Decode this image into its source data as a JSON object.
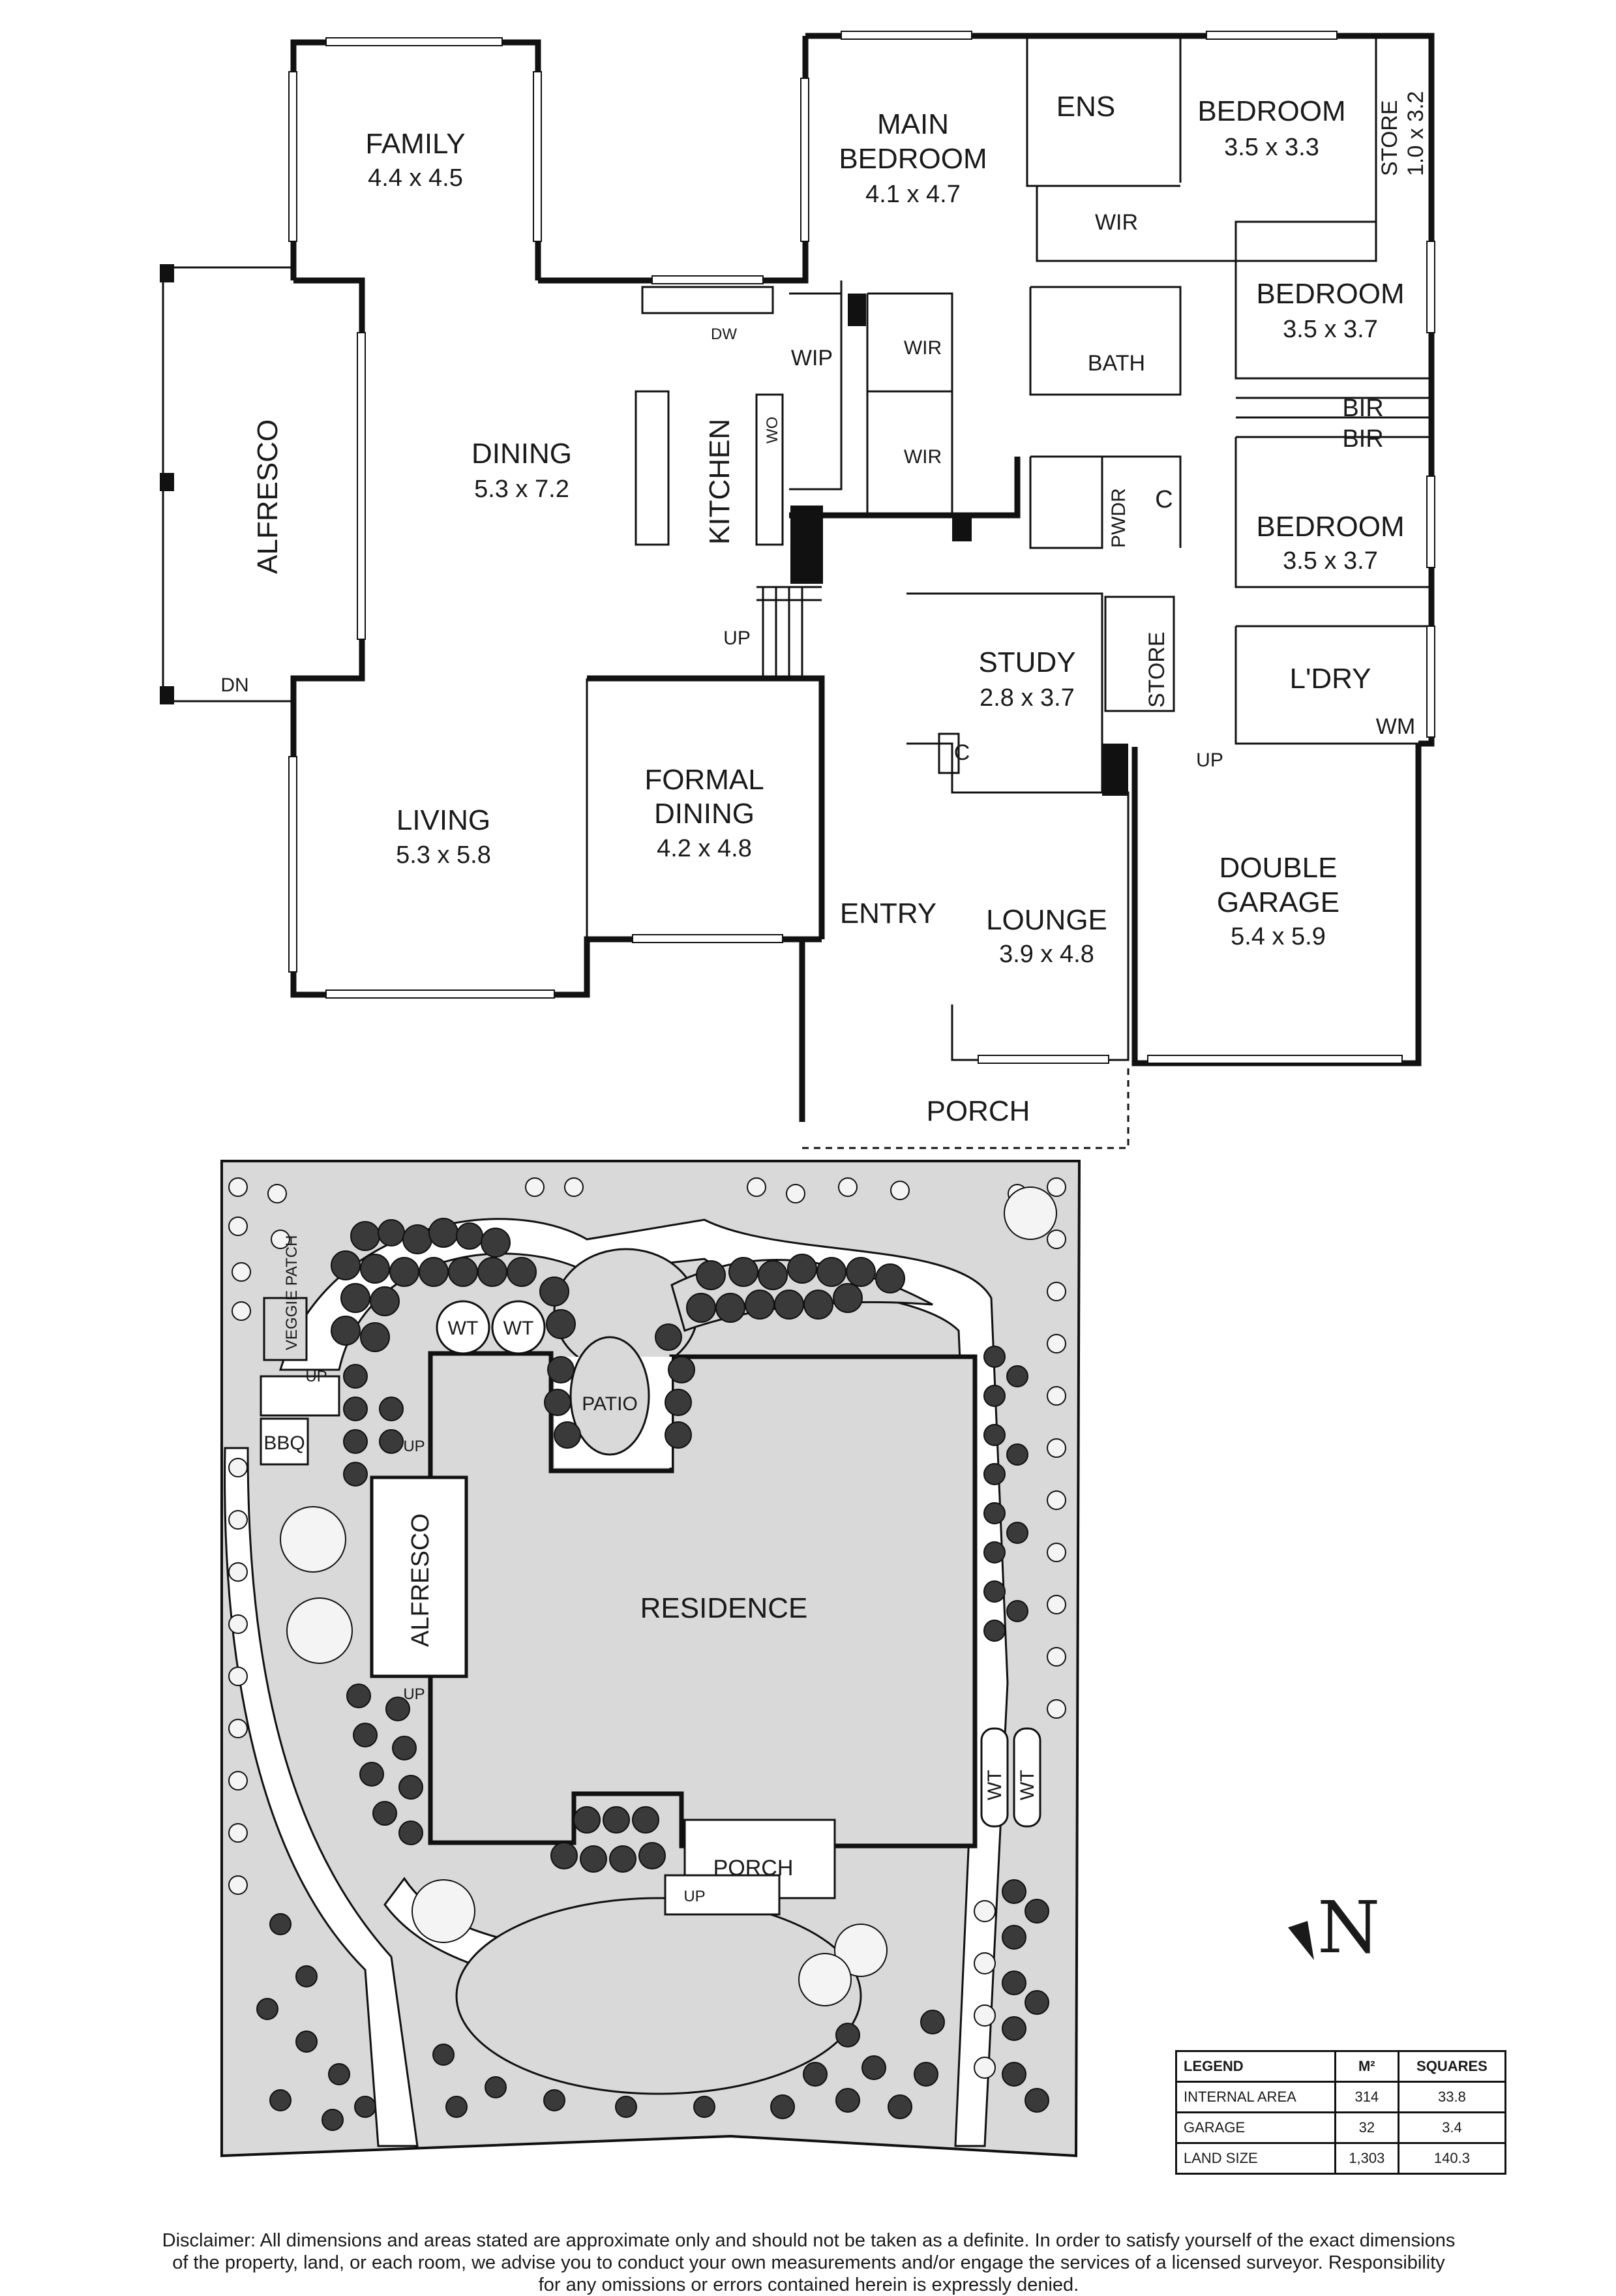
{
  "rooms": {
    "family": {
      "name": "FAMILY",
      "dim": "4.4 x 4.5"
    },
    "main_bedroom": {
      "name1": "MAIN",
      "name2": "BEDROOM",
      "dim": "4.1 x 4.7"
    },
    "ens": {
      "name": "ENS"
    },
    "bedroom1": {
      "name": "BEDROOM",
      "dim": "3.5 x 3.3"
    },
    "store_top": {
      "name": "STORE",
      "dim": "1.0 x 3.2"
    },
    "wir_main": {
      "name": "WIR"
    },
    "bedroom2": {
      "name": "BEDROOM",
      "dim": "3.5 x 3.7"
    },
    "bath": {
      "name": "BATH"
    },
    "bir1": {
      "name": "BIR"
    },
    "bir2": {
      "name": "BIR"
    },
    "wip": {
      "name": "WIP"
    },
    "wir_a": {
      "name": "WIR"
    },
    "wir_b": {
      "name": "WIR"
    },
    "dw": {
      "name": "DW"
    },
    "wo": {
      "name": "WO"
    },
    "kitchen": {
      "name": "KITCHEN"
    },
    "dining": {
      "name": "DINING",
      "dim": "5.3 x 7.2"
    },
    "alfresco": {
      "name": "ALFRESCO"
    },
    "pwdr": {
      "name": "PWDR"
    },
    "c_pwdr": {
      "name": "C"
    },
    "bedroom3": {
      "name": "BEDROOM",
      "dim": "3.5 x 3.7"
    },
    "up_kitchen": {
      "name": "UP"
    },
    "dn_alfresco": {
      "name": "DN"
    },
    "study": {
      "name": "STUDY",
      "dim": "2.8 x 3.7"
    },
    "store_mid": {
      "name": "STORE"
    },
    "ldry": {
      "name": "L'DRY"
    },
    "wm": {
      "name": "WM"
    },
    "up_garage": {
      "name": "UP"
    },
    "c_study": {
      "name": "C"
    },
    "living": {
      "name": "LIVING",
      "dim": "5.3 x 5.8"
    },
    "formal_dining": {
      "name1": "FORMAL",
      "name2": "DINING",
      "dim": "4.2 x 4.8"
    },
    "entry": {
      "name": "ENTRY"
    },
    "lounge": {
      "name": "LOUNGE",
      "dim": "3.9 x 4.8"
    },
    "garage": {
      "name1": "DOUBLE",
      "name2": "GARAGE",
      "dim": "5.4 x 5.9"
    },
    "porch": {
      "name": "PORCH"
    }
  },
  "site": {
    "veggie_patch": "VEGGIE PATCH",
    "wt_labels": [
      "WT",
      "WT",
      "WT",
      "WT"
    ],
    "patio": "PATIO",
    "bbq": "BBQ",
    "up_labels": [
      "UP",
      "UP",
      "UP",
      "UP"
    ],
    "alfresco": "ALFRESCO",
    "residence": "RESIDENCE",
    "porch": "PORCH"
  },
  "north": {
    "label": "N"
  },
  "legend": {
    "headers": [
      "LEGEND",
      "M²",
      "SQUARES"
    ],
    "rows": [
      {
        "label": "INTERNAL AREA",
        "m2": "314",
        "squares": "33.8"
      },
      {
        "label": "GARAGE",
        "m2": "32",
        "squares": "3.4"
      },
      {
        "label": "LAND SIZE",
        "m2": "1,303",
        "squares": "140.3"
      }
    ]
  },
  "disclaimer": {
    "line1": "Disclaimer: All dimensions and areas stated are approximate only and should not be taken as a definite. In order to satisfy yourself of the exact dimensions",
    "line2": "of the property, land, or each room, we advise you to conduct your own measurements and/or engage the services of a licensed surveyor. Responsibility",
    "line3": "for any omissions or errors contained herein is expressly denied."
  }
}
